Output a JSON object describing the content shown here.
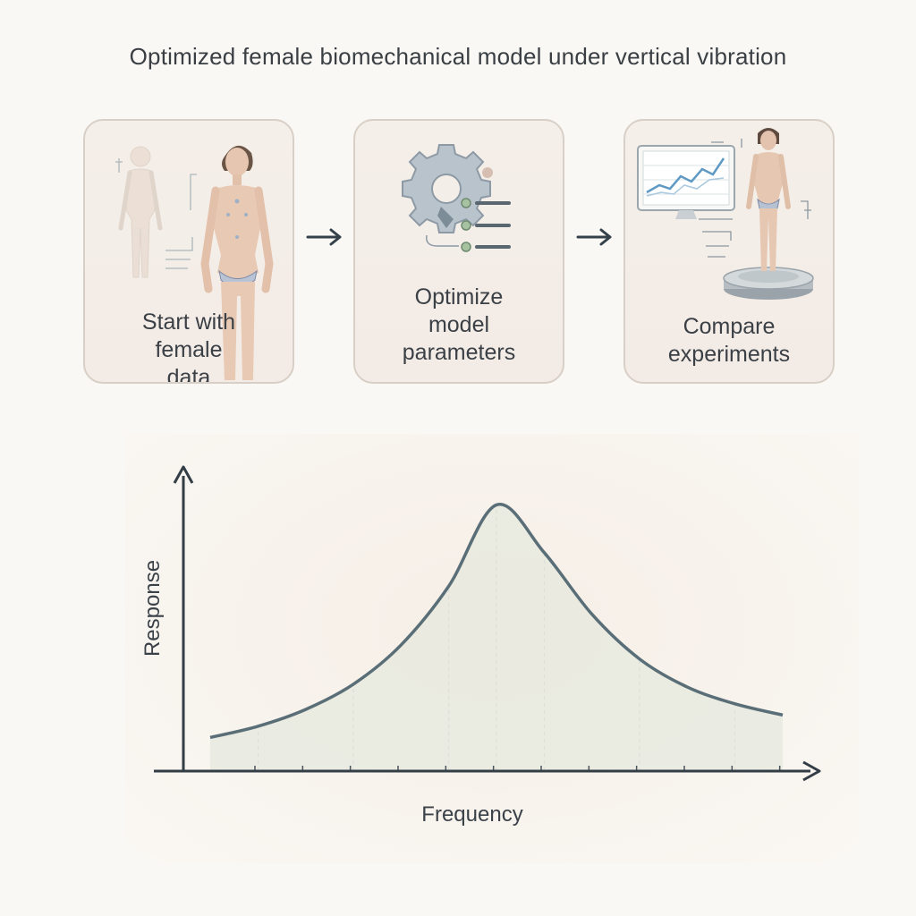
{
  "title": "Optimized female biomechanical model under vertical vibration",
  "steps": [
    {
      "label_lines": [
        "Start with",
        "female",
        "data"
      ],
      "icon": "female-figure-icon"
    },
    {
      "label_lines": [
        "Optimize",
        "model",
        "parameters"
      ],
      "icon": "gear-checklist-icon"
    },
    {
      "label_lines": [
        "Compare",
        "experiments"
      ],
      "icon": "figure-on-platform-icon"
    }
  ],
  "colors": {
    "curve": "#5a6e78",
    "fill": "#e6e8de",
    "axis": "#333d45",
    "card_border": "#d8cfc6",
    "card_bg": "#f5efe9"
  },
  "chart_data": {
    "type": "area",
    "xlabel": "Frequency",
    "ylabel": "Response",
    "x": [
      0,
      1,
      2,
      3,
      4,
      5,
      6,
      7,
      8,
      9,
      10,
      11,
      12
    ],
    "y": [
      0.12,
      0.16,
      0.22,
      0.31,
      0.45,
      0.66,
      0.95,
      0.78,
      0.56,
      0.4,
      0.3,
      0.24,
      0.2
    ],
    "xlim": [
      0,
      14
    ],
    "ylim": [
      0,
      1.06
    ],
    "grid": "vertical-dashed",
    "tick_labels": false
  }
}
